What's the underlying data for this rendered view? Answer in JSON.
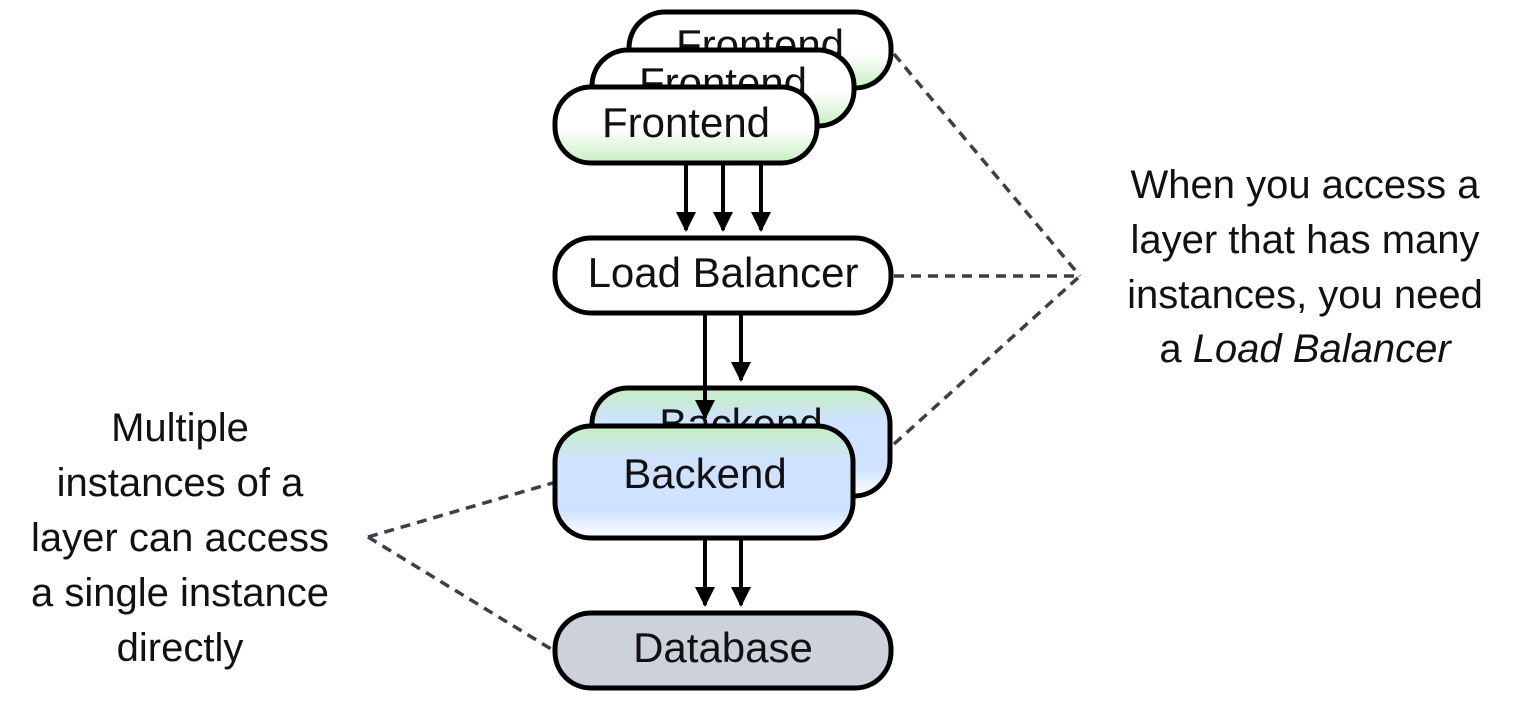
{
  "nodes": {
    "frontend": "Frontend",
    "load_balancer": "Load Balancer",
    "backend": "Backend",
    "database": "Database"
  },
  "notes": {
    "right": {
      "lines": [
        "When you access a",
        "layer that has many",
        "instances, you need"
      ],
      "last_prefix": "a ",
      "last_emphasis": "Load Balancer"
    },
    "left": {
      "lines": [
        "Multiple",
        "instances of a",
        "layer can access",
        "a single instance",
        "directly"
      ]
    }
  },
  "colors": {
    "stroke": "#000000",
    "dashed": "#3a3f4a",
    "frontend_fill_top": "#ffffff",
    "frontend_fill_bottom": "#c9f0c3",
    "backend_fill_top": "#c9f0c3",
    "backend_fill_mid": "#cfe2ff",
    "database_fill": "#ccd1da"
  }
}
